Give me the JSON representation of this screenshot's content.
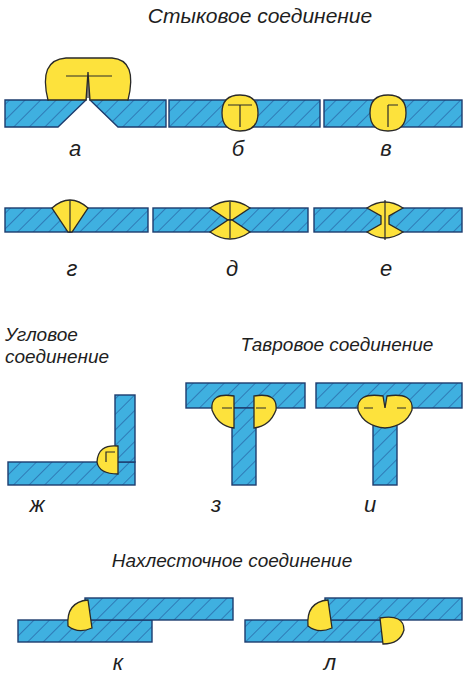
{
  "diagram": {
    "labels": [
      "Стыковое соединение",
      "а",
      "б",
      "в",
      "г",
      "д",
      "е",
      "Угловое соединение",
      "Тавровое соединение",
      "ж",
      "з",
      "и",
      "Нахлесточное соединение",
      "к",
      "л"
    ]
  }
}
